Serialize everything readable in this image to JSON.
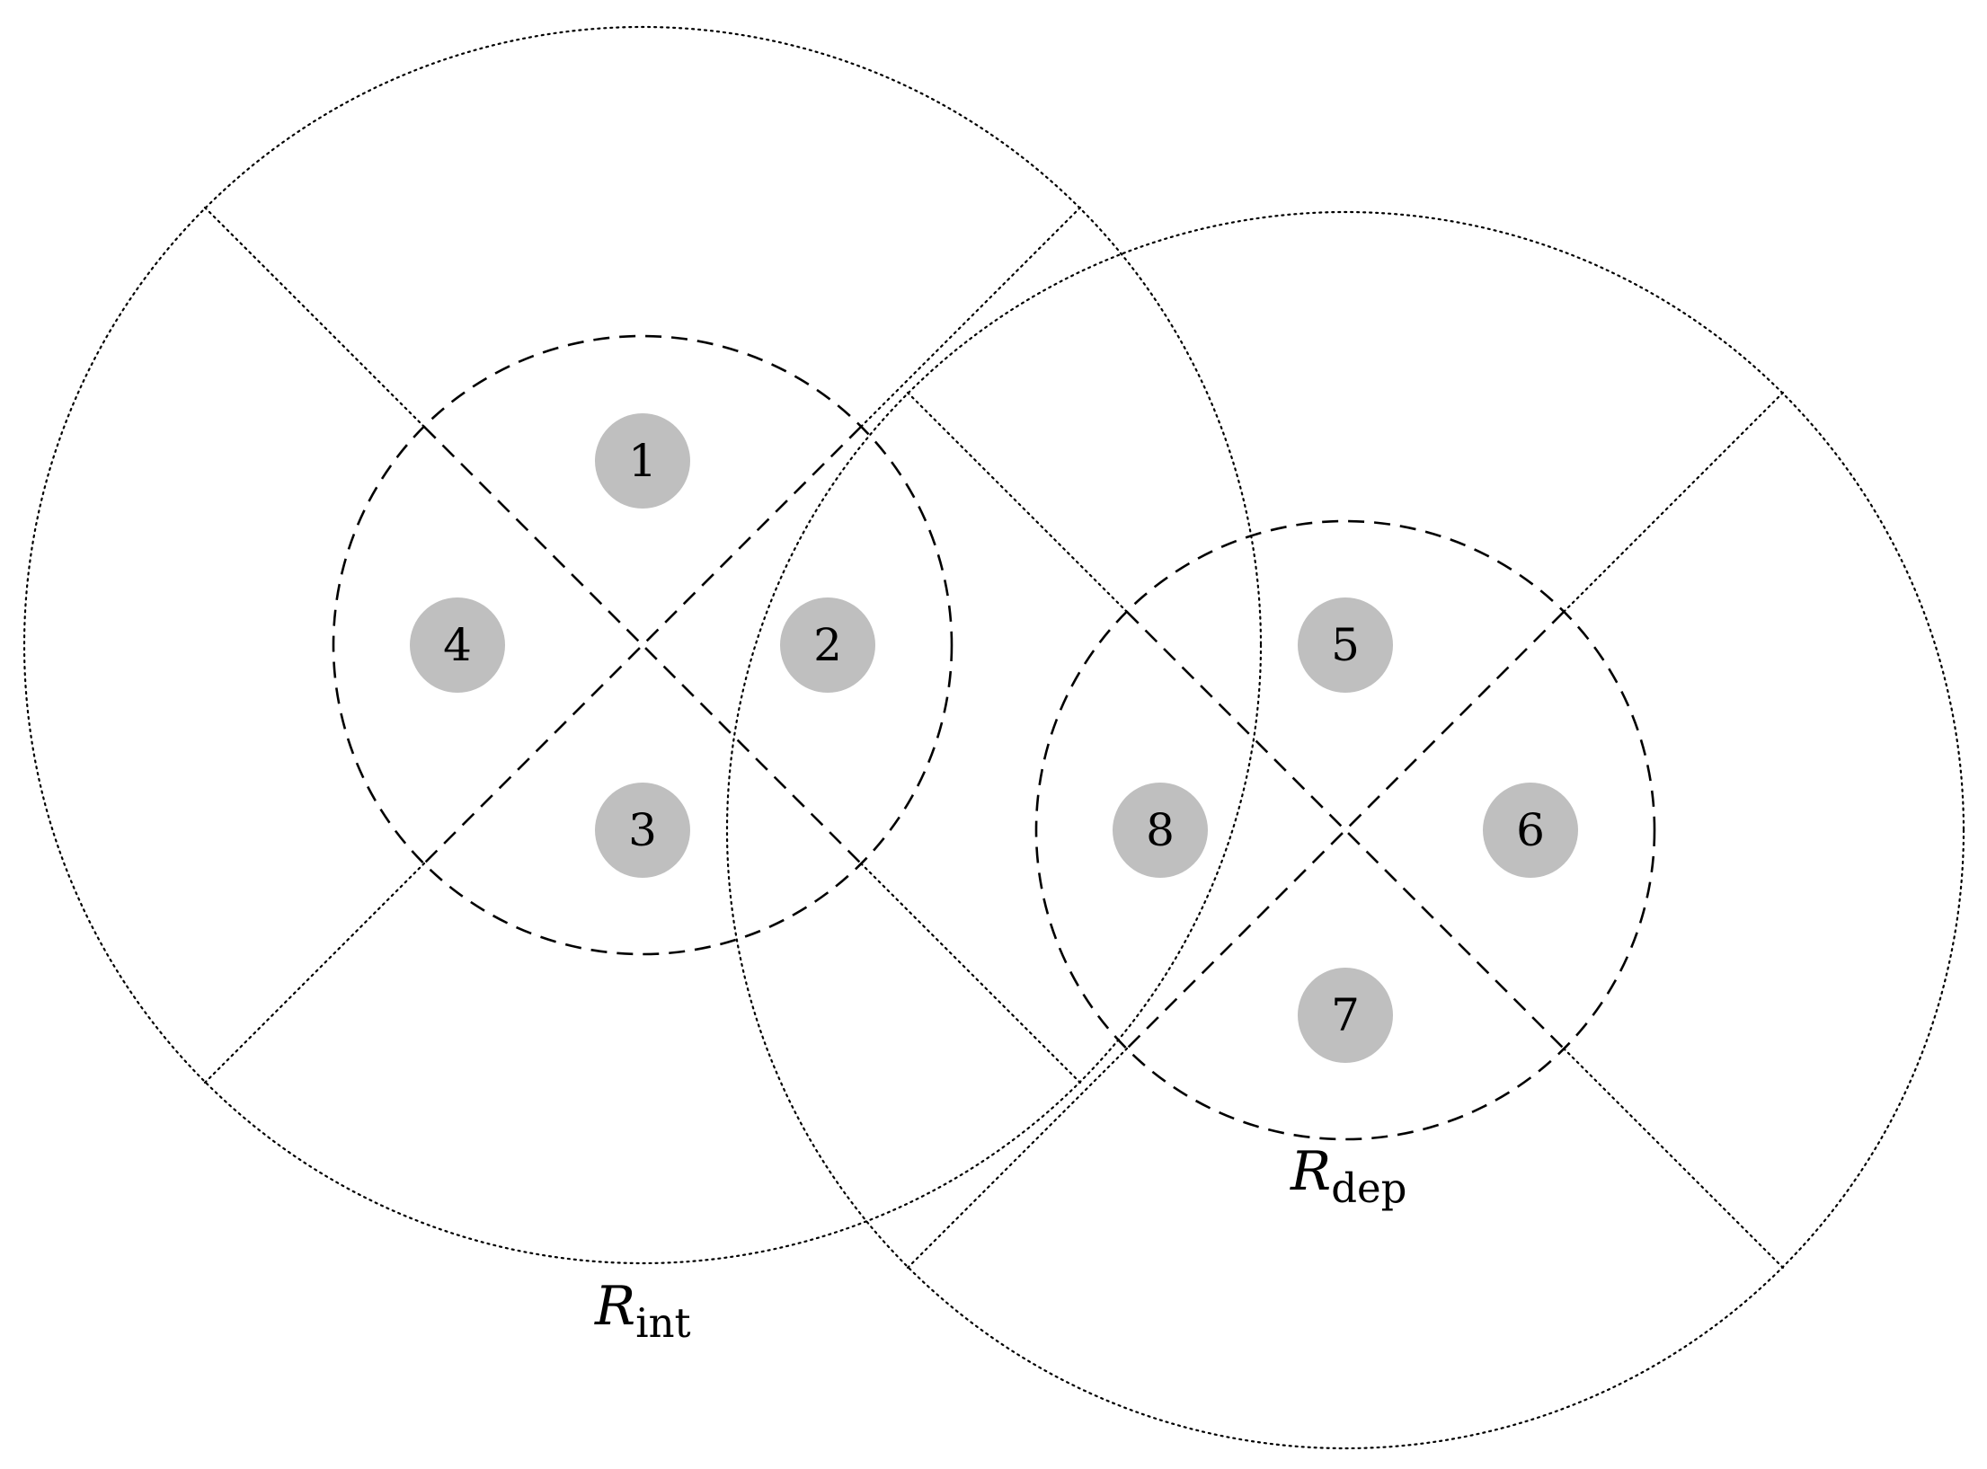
{
  "cells": [
    {
      "radius_label": {
        "symbol": "R",
        "subscript": "int"
      },
      "nodes": [
        {
          "id": "1",
          "position": "top"
        },
        {
          "id": "2",
          "position": "right"
        },
        {
          "id": "3",
          "position": "bottom"
        },
        {
          "id": "4",
          "position": "left"
        }
      ]
    },
    {
      "radius_label": {
        "symbol": "R",
        "subscript": "dep"
      },
      "nodes": [
        {
          "id": "5",
          "position": "top"
        },
        {
          "id": "6",
          "position": "right"
        },
        {
          "id": "7",
          "position": "bottom"
        },
        {
          "id": "8",
          "position": "left"
        }
      ]
    }
  ],
  "colors": {
    "node_fill": "#bfbfbf",
    "line": "#000000",
    "background": "#ffffff"
  }
}
